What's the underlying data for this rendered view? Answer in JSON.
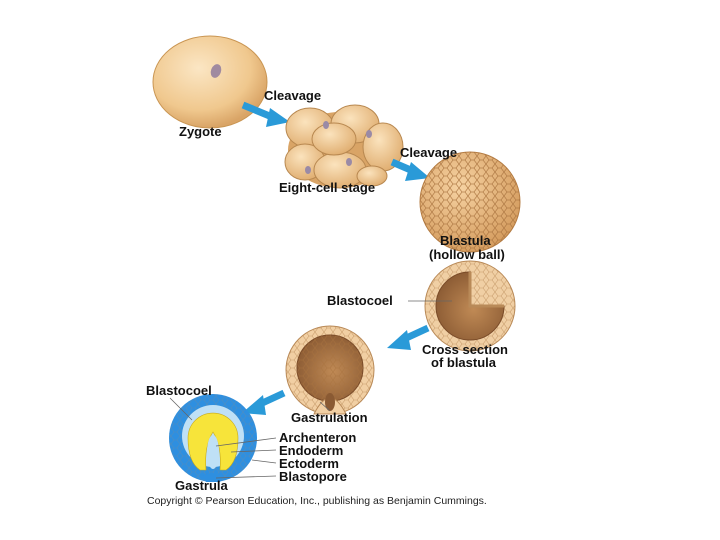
{
  "labels": {
    "zygote": "Zygote",
    "cleavage_1": "Cleavage",
    "cleavage_2": "Cleavage",
    "eight_cell": "Eight-cell stage",
    "blastula": "Blastula",
    "blastula_sub": "(hollow ball)",
    "blastocoel_1": "Blastocoel",
    "cross_section_1": "Cross section",
    "cross_section_2": "of blastula",
    "blastocoel_2": "Blastocoel",
    "gastrulation": "Gastrulation",
    "archenteron": "Archenteron",
    "endoderm": "Endoderm",
    "ectoderm": "Ectoderm",
    "blastopore": "Blastopore",
    "gastrula": "Gastrula"
  },
  "copyright": "Copyright © Pearson Education, Inc., publishing as Benjamin Cummings.",
  "colors": {
    "arrow": "#2a9ad8",
    "cell": "#f2cc92",
    "cell_edge": "#b88850",
    "blastula": "#e6b27a",
    "ectoderm": "#2e8fe0",
    "endoderm": "#f7e43a",
    "gastrula_cavity": "#bfe0f6"
  }
}
